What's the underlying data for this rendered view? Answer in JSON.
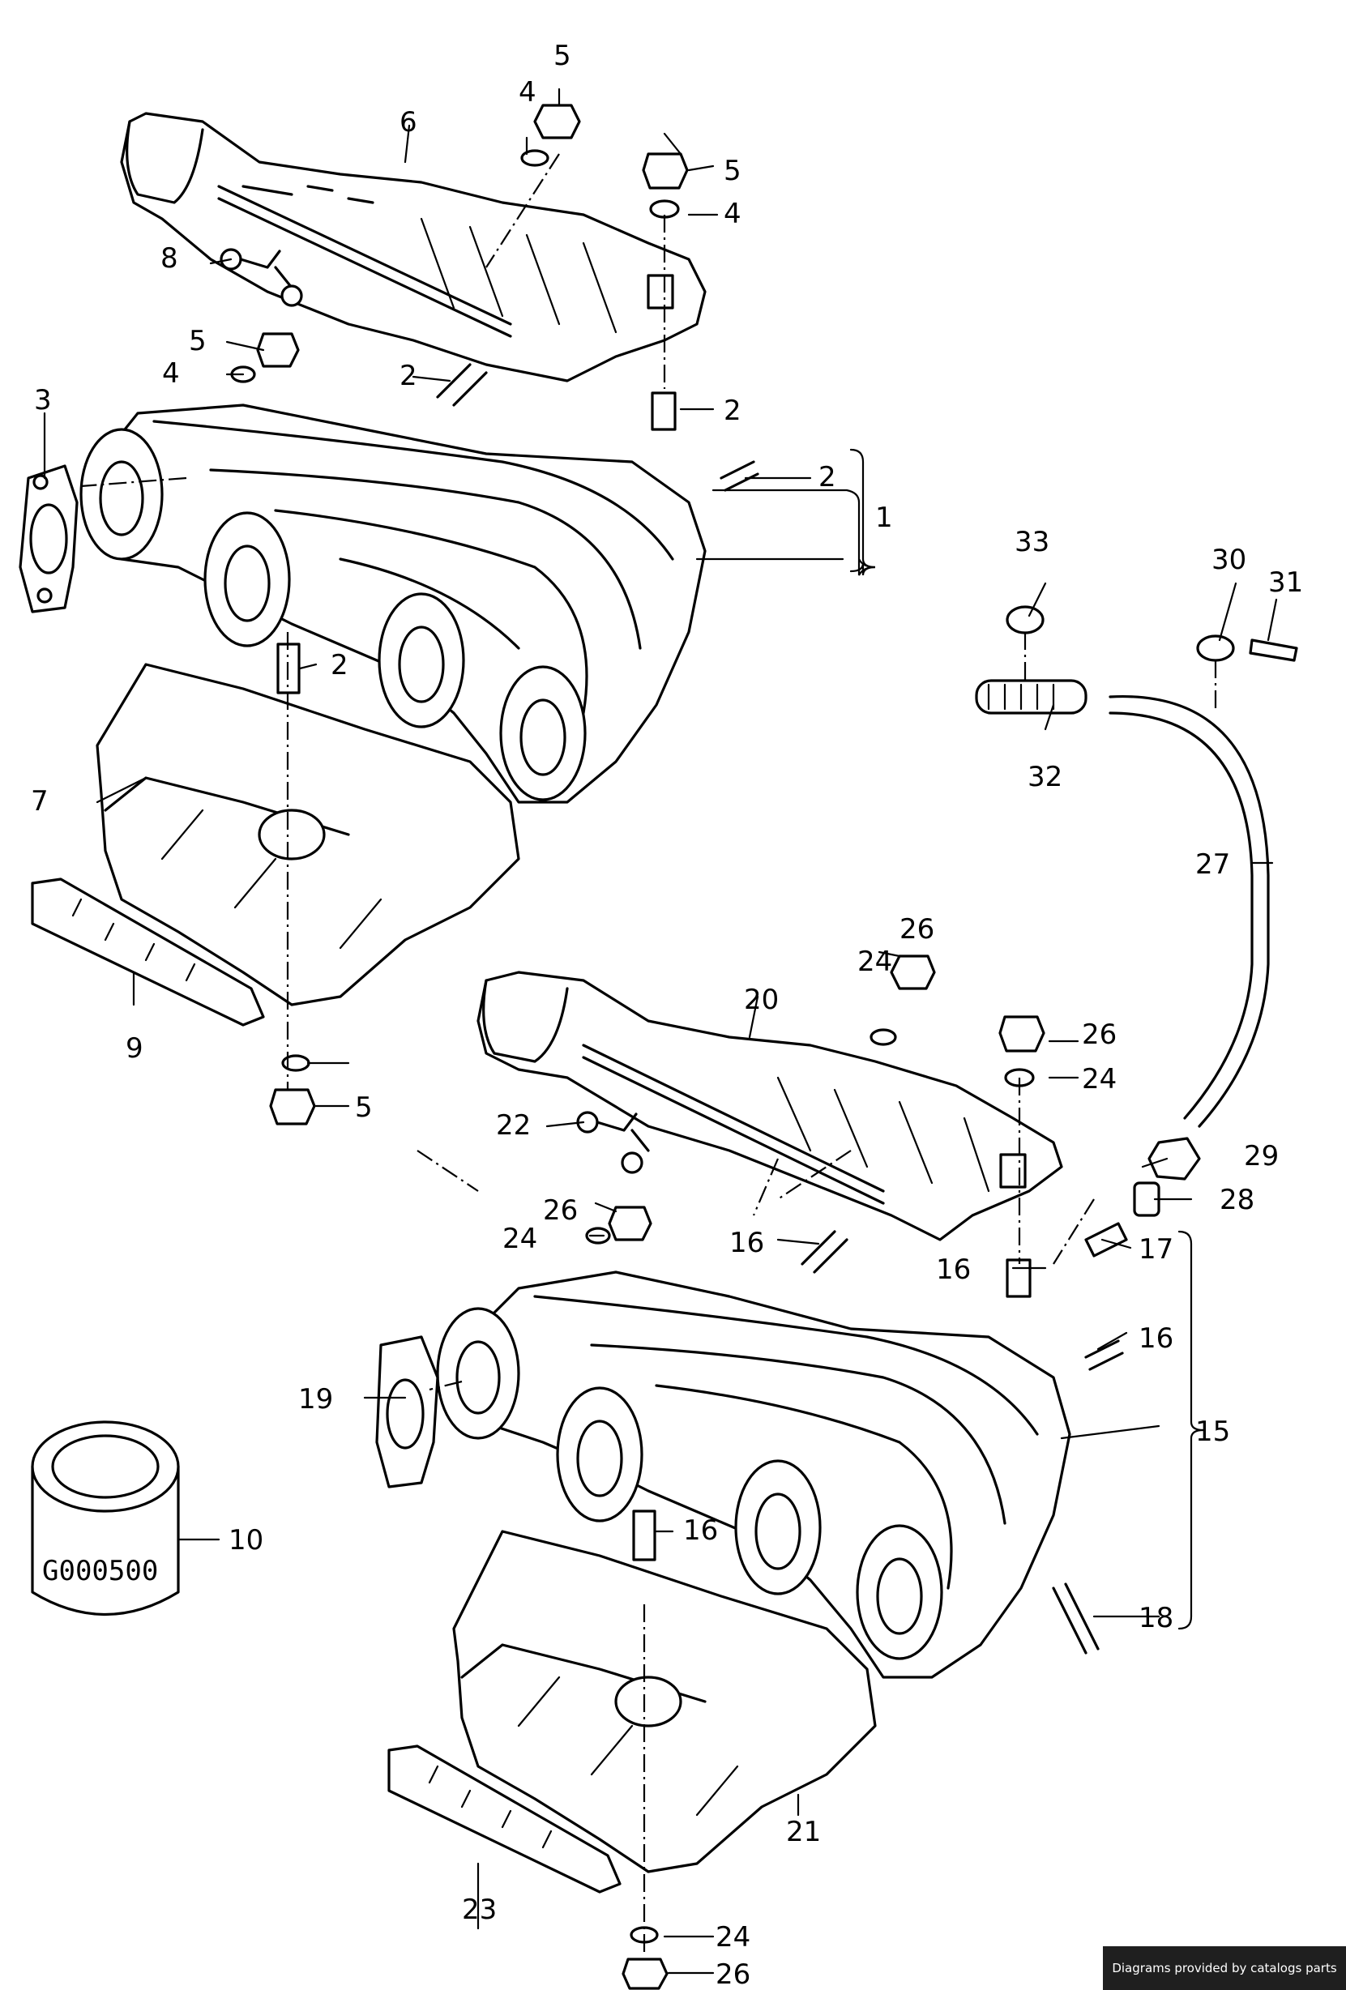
{
  "callouts": {
    "c1": "1",
    "c2a": "2",
    "c2b": "2",
    "c2c": "2",
    "c2d": "2",
    "c3": "3",
    "c4a": "4",
    "c4b": "4",
    "c4c": "4",
    "c5a": "5",
    "c5b": "5",
    "c5c": "5",
    "c5d": "5",
    "c6": "6",
    "c7": "7",
    "c8": "8",
    "c9": "9",
    "c10": "10",
    "c15": "15",
    "c16a": "16",
    "c16b": "16",
    "c16c": "16",
    "c16d": "16",
    "c17": "17",
    "c18": "18",
    "c19": "19",
    "c20": "20",
    "c21": "21",
    "c22": "22",
    "c23": "23",
    "c24a": "24",
    "c24b": "24",
    "c24c": "24",
    "c24d": "24",
    "c26a": "26",
    "c26b": "26",
    "c26c": "26",
    "c26d": "26",
    "c27": "27",
    "c28": "28",
    "c29": "29",
    "c30": "30",
    "c31": "31",
    "c32": "32",
    "c33": "33"
  },
  "figure_code": "G000500",
  "footer": "Diagrams provided by catalogs parts"
}
